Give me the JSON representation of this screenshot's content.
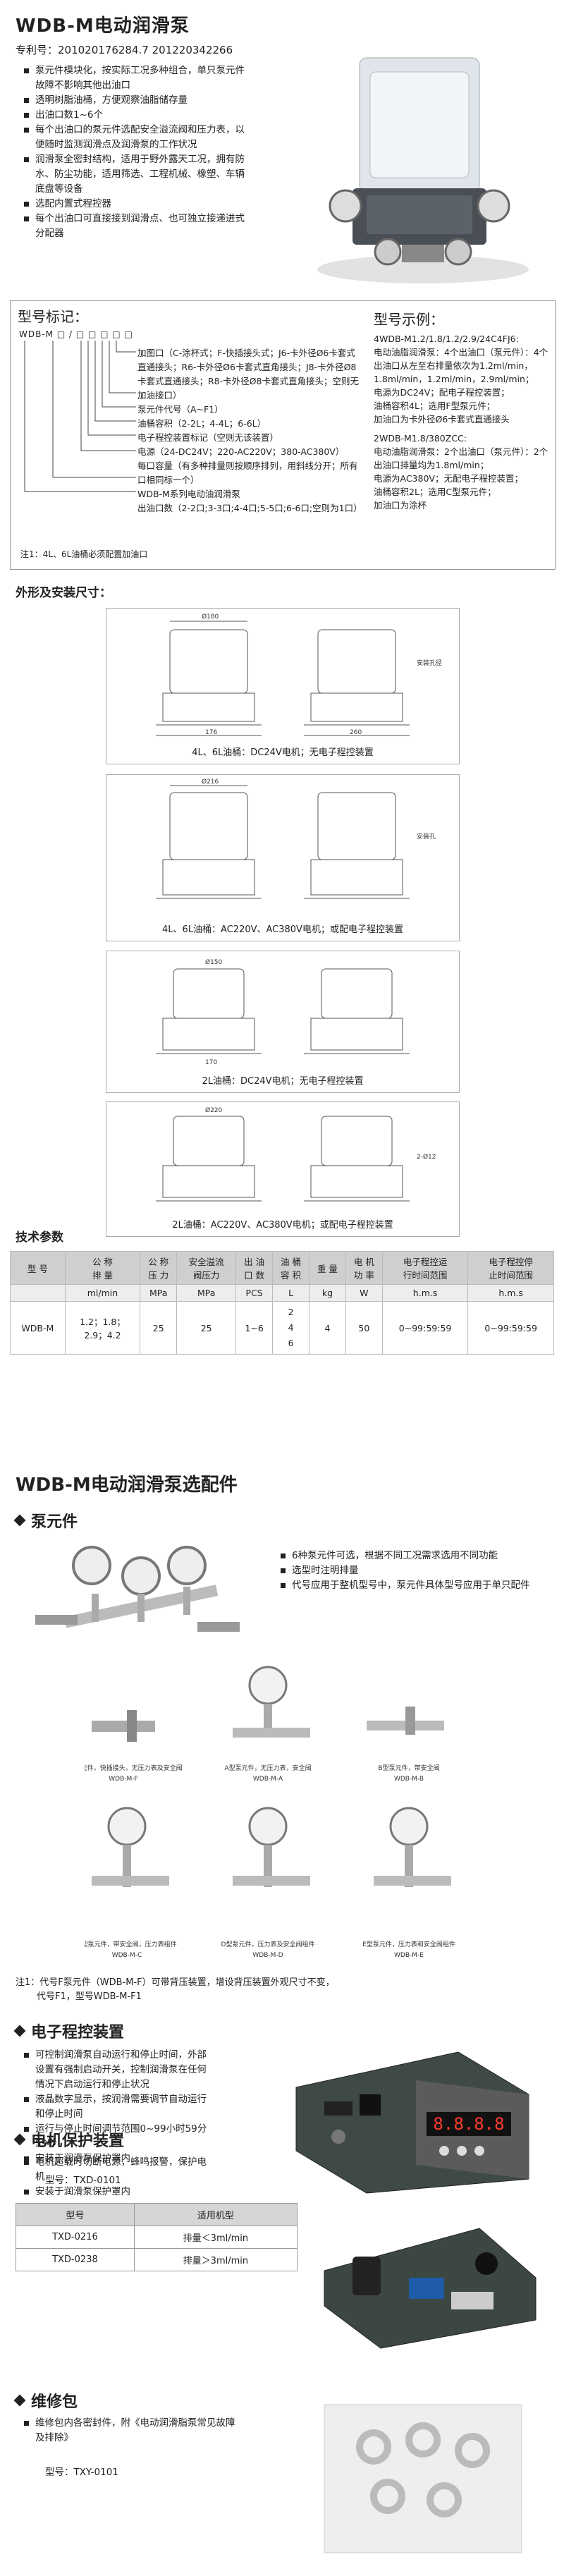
{
  "title": "WDB-M电动润滑泵",
  "patent": "专利号：201020176284.7 201220342266",
  "features": [
    "泵元件模块化，按实际工况多种组合，单只泵元件故障不影响其他出油口",
    "透明树脂油桶，方便观察油脂储存量",
    "出油口数1~6个",
    "每个出油口的泵元件选配安全溢流阀和压力表，以便随时监测润滑点及润滑泵的工作状况",
    "润滑泵全密封结构，适用于野外露天工况，拥有防水、防尘功能，适用筛选、工程机械、橡塑、车辆底盘等设备",
    "选配内置式程控器",
    "每个出油口可直接接到润滑点、也可独立接递进式分配器"
  ],
  "model": {
    "label": "型号标记：",
    "code": "WDB-M  □ / □ □ □ □ □",
    "lines": [
      "加图口（C-涂杯式；F-快插接头式；J6-卡外径Ø6卡套式直通接头；R6-卡外径Ø6卡套式直角接头；J8-卡外径Ø8卡套式直通接头；R8-卡外径Ø8卡套式直角接头；空则无加油接口）",
      "泵元件代号（A~F1）",
      "油桶容积（2-2L；4-4L；6-6L）",
      "电子程控装置标记（空则无该装置）",
      "电源（24-DC24V；220-AC220V；380-AC380V）",
      "每口容量（有多种排量则按顺序排列，用斜线分开；所有口相同标一个）",
      "WDB-M系列电动油润滑泵",
      "出油口数（2-2口;3-3口;4-4口;5-5口;6-6口;空则为1口）"
    ],
    "note": "注1：4L、6L油桶必须配置加油口"
  },
  "example": {
    "label": "型号示例：",
    "lines": [
      "4WDB-M1.2/1.8/1.2/2.9/24C4FJ6:",
      "电动油脂润滑泵：4个出油口（泵元件）：4个出油口从左至右排量依次为1.2ml/min，1.8ml/min，1.2ml/min，2.9ml/min；",
      "电源为DC24V；配电子程控装置；",
      "油桶容积4L；选用F型泵元件；",
      "加油口为卡外径Ø6卡套式直通接头",
      "2WDB-M1.8/380ZCC:",
      "电动油脂润滑泵：2个出油口（泵元件）：2个出油口排量均为1.8ml/min；",
      "电源为AC380V；无配电子程控装置；",
      "油桶容积2L；选用C型泵元件；",
      "加油口为涂杯"
    ]
  },
  "dimensions": {
    "title": "外形及安装尺寸：",
    "captions": [
      "4L、6L油桶：DC24V电机；无电子程控装置",
      "4L、6L油桶：AC220V、AC380V电机；或配电子程控装置",
      "2L油桶：DC24V电机；无电子程控装置",
      "2L油桶：AC220V、AC380V电机；或配电子程控装置"
    ],
    "dims": [
      "Ø180",
      "176",
      "260",
      "Ø216",
      "Ø150",
      "170",
      "Ø220",
      "安装孔径",
      "安装孔",
      "2-Ø12"
    ]
  },
  "params": {
    "title": "技术参数",
    "headers": [
      "型 号",
      "公 称\n排 量",
      "公 称\n压 力",
      "安全溢流\n阀压力",
      "出 油\n口 数",
      "油 桶\n容 积",
      "重 量",
      "电 机\n功 率",
      "电子程控运\n行时间范围",
      "电子程控停\n止时间范围"
    ],
    "units": [
      "",
      "ml/min",
      "MPa",
      "MPa",
      "PCS",
      "L",
      "kg",
      "W",
      "h.m.s",
      "h.m.s"
    ],
    "row": [
      "WDB-M",
      "1.2；1.8；\n2.9；4.2",
      "25",
      "25",
      "1~6",
      "2\n4\n6",
      "4",
      "50",
      "0~99:59:59",
      "0~99:59:59"
    ]
  },
  "accessories": {
    "title": "WDB-M电动润滑泵选配件",
    "pump": {
      "title": "泵元件",
      "bullets": [
        "6种泵元件可选，根据不同工况需求选用不同功能",
        "选型时注明排量",
        "代号应用于整机型号中，泵元件具体型号应用于单只配件"
      ],
      "captions": [
        "F型泵元件，快插接头，无压力表及安全阀",
        "A型泵元件，无压力表，安全阀",
        "B型泵元件，带安全阀",
        "C型泵元件，带安全阀，压力表组件",
        "D型泵元件，压力表及安全阀组件",
        "E型泵元件，压力表和安全阀组件"
      ],
      "codes": [
        "WDB-M-F",
        "WDB-M-A",
        "WDB-M-B",
        "WDB-M-C",
        "WDB-M-D",
        "WDB-M-E"
      ],
      "note1": "注1：代号F泵元件（WDB-M-F）可带背压装置，增设背压装置外观尺寸不变，",
      "note2": "代号F1，型号WDB-M-F1"
    },
    "controller": {
      "title": "电子程控装置",
      "bullets": [
        "可控制润滑泵自动运行和停止时间，外部设置有强制启动开关，控制润滑泵在任何情况下启动运行和停止状况",
        "液晶数字显示，按润滑需要调节自动运行和停止时间",
        "运行与停止时间调节范围0~99小时59分59秒",
        "安装于润滑泵保护罩内"
      ],
      "model": "型号：TXD-0101",
      "display": "8.8.8.8"
    },
    "motor": {
      "title": "电机保护装置",
      "bullets": [
        "电机超载时切断电源，蜂鸣报警，保护电机",
        "安装于润滑泵保护罩内"
      ],
      "headers": [
        "型号",
        "适用机型"
      ],
      "rows": [
        [
          "TXD-0216",
          "排量＜3ml/min"
        ],
        [
          "TXD-0238",
          "排量＞3ml/min"
        ]
      ]
    },
    "repair": {
      "title": "维修包",
      "bullets": [
        "维修包内各密封件，附《电动润滑脂泵常见故障及排除》"
      ],
      "model": "型号：TXY-0101"
    }
  }
}
